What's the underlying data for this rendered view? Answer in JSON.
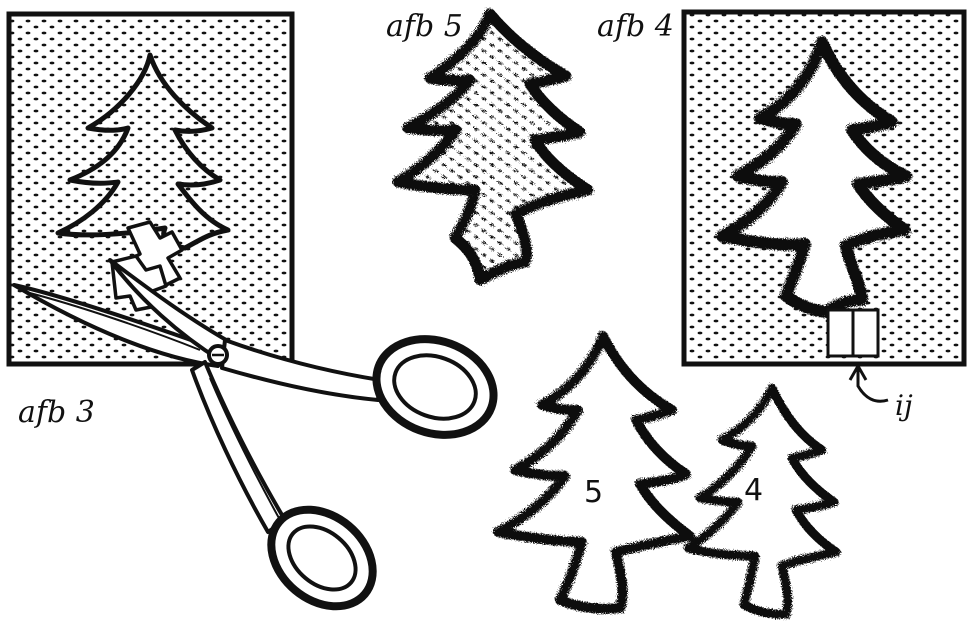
{
  "labels": {
    "fig3": "afb 3",
    "fig5": "afb 5",
    "fig4": "afb 4",
    "ij": "ij"
  },
  "tree_numbers": {
    "big": "5",
    "small": "4"
  },
  "colors": {
    "ink": "#111111",
    "paper": "#ffffff"
  },
  "icons": [
    "scissors-icon",
    "christmas-tree-icon"
  ]
}
